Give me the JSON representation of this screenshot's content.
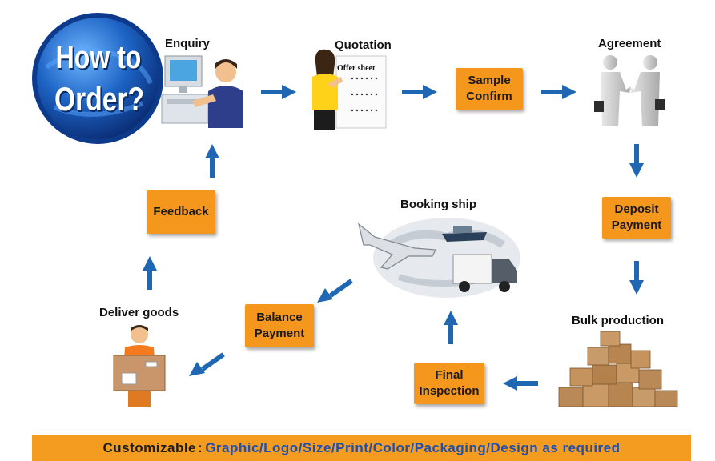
{
  "badge": {
    "line1": "How to",
    "line2": "Order?"
  },
  "steps": {
    "enquiry": "Enquiry",
    "quotation": "Quotation",
    "offer_sheet": "Offer sheet",
    "sample_confirm": [
      "Sample",
      "Confirm"
    ],
    "agreement": "Agreement",
    "deposit_payment": [
      "Deposit",
      "Payment"
    ],
    "bulk_production": "Bulk production",
    "final_inspection": [
      "Final",
      "Inspection"
    ],
    "booking_ship": "Booking ship",
    "balance_payment": [
      "Balance",
      "Payment"
    ],
    "deliver_goods": "Deliver goods",
    "feedback": "Feedback"
  },
  "footer": {
    "key": "Customizable",
    "separator": ":",
    "value": "Graphic/Logo/Size/Print/Color/Packaging/Design as required"
  },
  "colors": {
    "arrow": "#1f67b3",
    "box": "#f5961d",
    "footer_text": "#1f4fb0",
    "badge": "#1d63c4"
  }
}
